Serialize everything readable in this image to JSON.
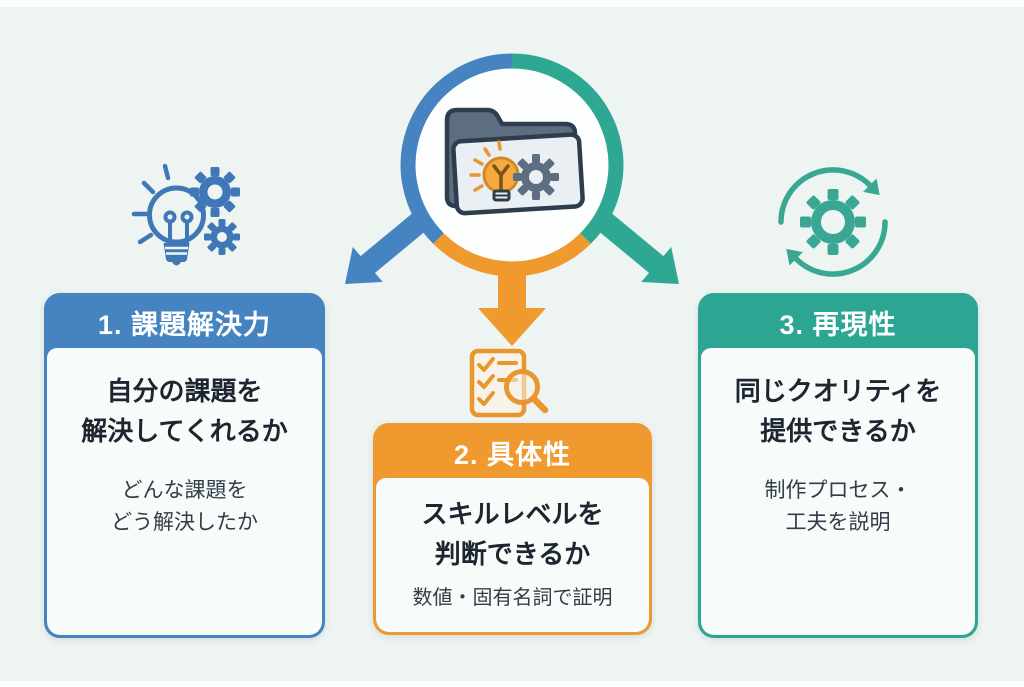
{
  "page": {
    "background_color": "#edf4f2",
    "strip_color": "#fbfdfc"
  },
  "palette": {
    "blue": "#4583c1",
    "orange": "#f0992f",
    "teal": "#2da593",
    "folder_slate": "#5d6e81",
    "main_text": "#1d2530",
    "sub_text": "#333d49"
  },
  "hub": {
    "center_icon": "folder-idea-gear-icon",
    "ring_segments": [
      "blue-left",
      "teal-right",
      "orange-bottom"
    ],
    "arrows": [
      "arrow-down-left-blue",
      "arrow-down-orange",
      "arrow-down-right-teal"
    ]
  },
  "icons": {
    "top_left": "idea-gears-icon",
    "top_right": "gear-cycle-icon",
    "middle": "checklist-magnifier-icon"
  },
  "cards": [
    {
      "id": "problem-solving",
      "accent": "#4583c1",
      "header": "1. 課題解決力",
      "main_line1": "自分の課題を",
      "main_line2": "解決してくれるか",
      "sub_line1": "どんな課題を",
      "sub_line2": "どう解決したか"
    },
    {
      "id": "specificity",
      "accent": "#f0992f",
      "header": "2. 具体性",
      "main_line1": "スキルレベルを",
      "main_line2": "判断できるか",
      "sub_line1": "数値・固有名詞で証明",
      "sub_line2": ""
    },
    {
      "id": "reproducibility",
      "accent": "#2da593",
      "header": "3. 再現性",
      "main_line1": "同じクオリティを",
      "main_line2": "提供できるか",
      "sub_line1": "制作プロセス・",
      "sub_line2": "工夫を説明"
    }
  ]
}
